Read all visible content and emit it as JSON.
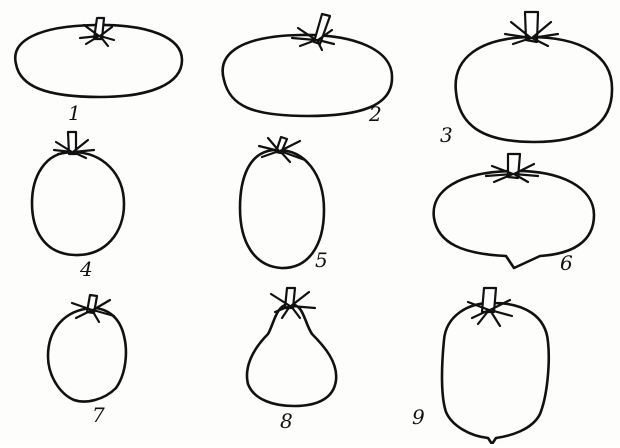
{
  "figure": {
    "labels": [
      "1",
      "2",
      "3",
      "4",
      "5",
      "6",
      "7",
      "8",
      "9"
    ],
    "colors": {
      "ink": "#111111",
      "paper": "#fdfdfb"
    }
  }
}
